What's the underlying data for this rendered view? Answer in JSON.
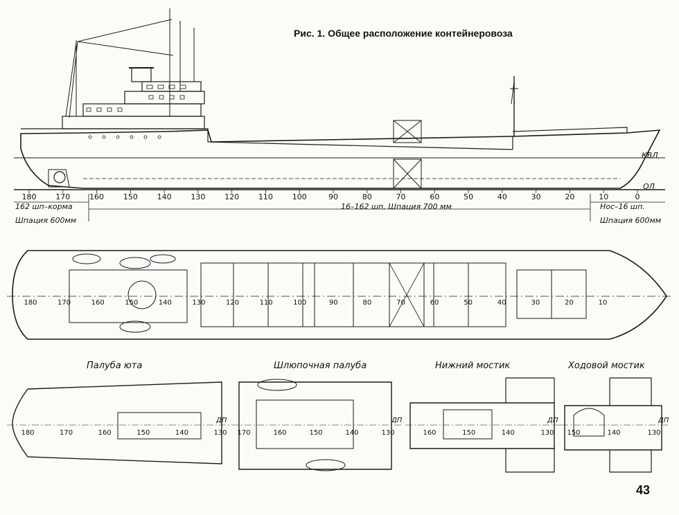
{
  "title": "Рис. 1. Общее расположение контейнеровоза",
  "page_number": "43",
  "profile": {
    "waterline_label": "КВЛ",
    "baseline_label": "ОЛ",
    "frame_numbers": [
      "180",
      "170",
      "160",
      "150",
      "140",
      "130",
      "120",
      "110",
      "100",
      "90",
      "80",
      "70",
      "60",
      "50",
      "40",
      "30",
      "20",
      "10",
      "0"
    ],
    "stern_range_label": "162 шп–корма",
    "stern_spacing_label": "Шпация 600мм",
    "middle_spacing_label": "16–162 шп. Шпация 700 мм",
    "bow_range_label": "Нос–16 шп.",
    "bow_spacing_label": "Шпация 600мм"
  },
  "main_deck_plan": {
    "frame_labels": [
      "180",
      "170",
      "160",
      "150",
      "140",
      "130",
      "120",
      "110",
      "100",
      "90",
      "80",
      "70",
      "60",
      "50",
      "40",
      "30",
      "20",
      "10"
    ]
  },
  "small_plans": [
    {
      "title": "Палуба юта",
      "frames": [
        "180",
        "170",
        "160",
        "150",
        "140",
        "130"
      ],
      "centerline": "ДП"
    },
    {
      "title": "Шлюпочная палуба",
      "frames": [
        "170",
        "160",
        "150",
        "140",
        "130"
      ],
      "centerline": "ДП"
    },
    {
      "title": "Нижний мостик",
      "frames": [
        "160",
        "150",
        "140",
        "130"
      ],
      "centerline": "ДП"
    },
    {
      "title": "Ходовой мостик",
      "frames": [
        "150",
        "140",
        "130"
      ],
      "centerline": "ДП"
    }
  ]
}
